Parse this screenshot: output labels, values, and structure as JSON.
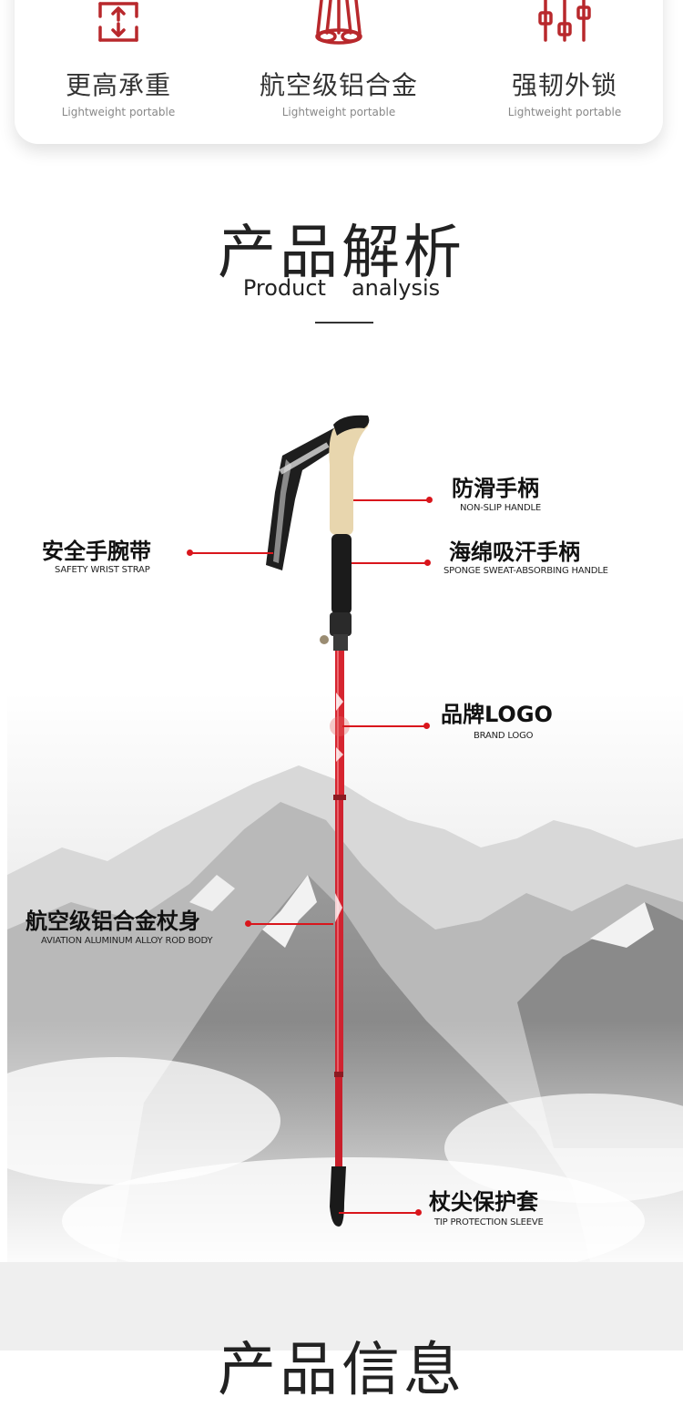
{
  "features": [
    {
      "title": "更高承重",
      "subtitle": "Lightweight portable",
      "icon": "load-arrows-icon"
    },
    {
      "title": "航空级铝合金",
      "subtitle": "Lightweight portable",
      "icon": "aluminum-tubes-icon"
    },
    {
      "title": "强韧外锁",
      "subtitle": "Lightweight portable",
      "icon": "lock-sliders-icon"
    }
  ],
  "section": {
    "title": "产品解析",
    "subtitle_left": "Product",
    "subtitle_right": "analysis"
  },
  "callouts": {
    "handle": {
      "title": "防滑手柄",
      "subtitle": "NON-SLIP HANDLE"
    },
    "strap": {
      "title": "安全手腕带",
      "subtitle": "SAFETY WRIST STRAP"
    },
    "sponge": {
      "title": "海绵吸汗手柄",
      "subtitle": "SPONGE SWEAT-ABSORBING HANDLE"
    },
    "logo": {
      "title": "品牌LOGO",
      "subtitle": "BRAND LOGO"
    },
    "body": {
      "title": "航空级铝合金杖身",
      "subtitle": "AVIATION ALUMINUM ALLOY ROD BODY"
    },
    "tip": {
      "title": "杖尖保护套",
      "subtitle": "TIP PROTECTION SLEEVE"
    }
  },
  "next_section": {
    "title": "产品信息"
  },
  "colors": {
    "accent": "#d9161c",
    "icon": "#b8282c"
  }
}
